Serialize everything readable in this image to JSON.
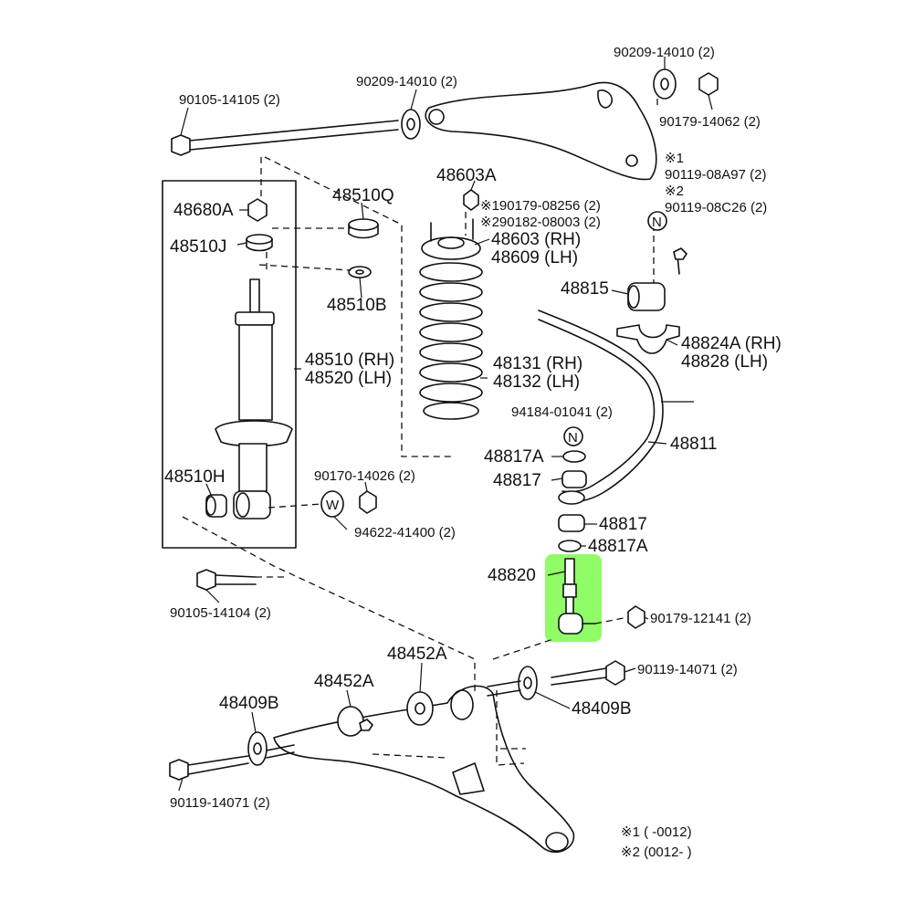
{
  "labels": {
    "bolt_upper_arm": "90105-14105 (2)",
    "washer_upper_arm_left": "90209-14010 (2)",
    "washer_upper_arm_right": "90209-14010 (2)",
    "nut_upper_arm": "90179-14062 (2)",
    "note1_mark": "※1",
    "bolt_08a97": "90119-08A97 (2)",
    "note2_mark": "※2",
    "bolt_08c26": "90119-08C26 (2)",
    "nut_48680a": "48680A",
    "cushion_48510q": "48510Q",
    "cushion_48510j": "48510J",
    "cushion_48510b": "48510B",
    "shock_rh": "48510 (RH)",
    "shock_lh": "48520 (LH)",
    "bushing_48510h": "48510H",
    "spring_48603a": "48603A",
    "nut_08256": "※190179-08256 (2)",
    "nut_08003": "※290182-08003 (2)",
    "support_rh": "48603 (RH)",
    "support_lh": "48609 (LH)",
    "spring_rh": "48131 (RH)",
    "spring_lh": "48132 (LH)",
    "bush_48815": "48815",
    "bracket_rh": "48824A (RH)",
    "bracket_lh": "48828  (LH)",
    "nut_01041": "94184-01041 (2)",
    "stabilizer_48811": "48811",
    "retainer_48817a_top": "48817A",
    "cushion_48817_top": "48817",
    "cushion_48817_bottom": "48817",
    "retainer_48817a_bottom": "48817A",
    "link_48820": "48820",
    "nut_12141": "90179-12141 (2)",
    "nut_14026": "90170-14026 (2)",
    "washer_41400": "94622-41400 (2)",
    "bolt_14104": "90105-14104 (2)",
    "cam_48452a_right": "48452A",
    "cam_48452a_left": "48452A",
    "bolt_14071_right": "90119-14071 (2)",
    "cam_48409b_right": "48409B",
    "cam_48409b_left": "48409B",
    "bolt_14071_left": "90119-14071 (2)",
    "note1_range": "※1 (     -0012)",
    "note2_range": "※2 (0012-     )",
    "marker_n_upper": "N",
    "marker_n_lower": "N",
    "marker_w": "W"
  },
  "highlight": {
    "part": "48820",
    "color": "#7CFC4C"
  }
}
